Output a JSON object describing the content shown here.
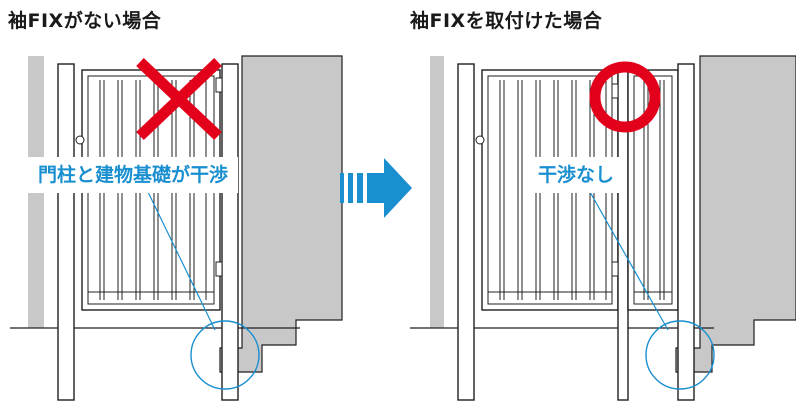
{
  "left_panel": {
    "title": "袖FIXがない場合",
    "callout": "門柱と建物基礎が干渉",
    "verdict_icon": "cross-mark-icon"
  },
  "right_panel": {
    "title": "袖FIXを取付けた場合",
    "callout": "干渉なし",
    "verdict_icon": "circle-mark-icon"
  },
  "transition_icon": "arrow-right-icon",
  "colors": {
    "wall_gray": "#c8c8c8",
    "line": "#1f1f1f",
    "accent_blue": "#1a8fd0",
    "cross_red": "#e3001b",
    "circle_red": "#e3001b"
  }
}
